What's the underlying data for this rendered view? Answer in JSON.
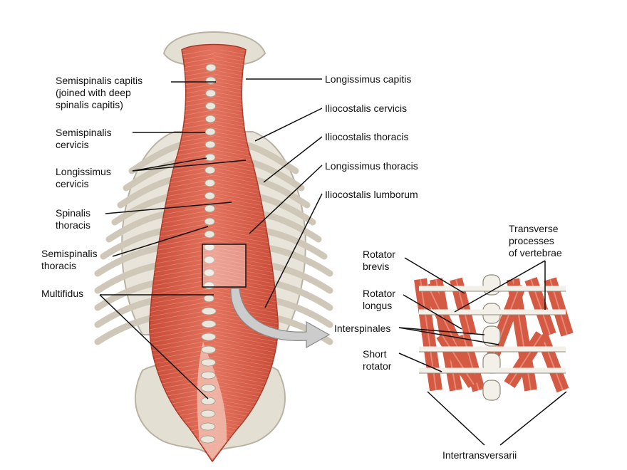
{
  "labels": {
    "semispinalis_capitis": [
      "Semispinalis capitis",
      "(joined with deep",
      "spinalis capitis)"
    ],
    "semispinalis_cervicis": [
      "Semispinalis",
      "cervicis"
    ],
    "longissimus_cervicis": [
      "Longissimus",
      "cervicis"
    ],
    "spinalis_thoracis": [
      "Spinalis",
      "thoracis"
    ],
    "semispinalis_thoracis": [
      "Semispinalis",
      "thoracis"
    ],
    "multifidus": [
      "Multifidus"
    ],
    "longissimus_capitis": [
      "Longissimus capitis"
    ],
    "iliocostalis_cervicis": [
      "Iliocostalis cervicis"
    ],
    "iliocostalis_thoracis": [
      "Iliocostalis thoracis"
    ],
    "longissimus_thoracis": [
      "Longissimus thoracis"
    ],
    "iliocostalis_lumborum": [
      "Iliocostalis lumborum"
    ],
    "transverse_processes": [
      "Transverse",
      "processes",
      "of vertebrae"
    ],
    "rotator_brevis": [
      "Rotator",
      "brevis"
    ],
    "rotator_longus": [
      "Rotator",
      "longus"
    ],
    "interspinales": [
      "Interspinales"
    ],
    "short_rotator": [
      "Short",
      "rotator"
    ],
    "intertransversarii": [
      "Intertransversarii"
    ]
  },
  "colors": {
    "muscle": "#d9604a",
    "muscle_dark": "#b8412f",
    "muscle_light": "#ee9a86",
    "bone": "#e4dfd3",
    "bone_shadow": "#b9b2a3",
    "leader": "#111111",
    "arrow": "#c9c9c9"
  }
}
